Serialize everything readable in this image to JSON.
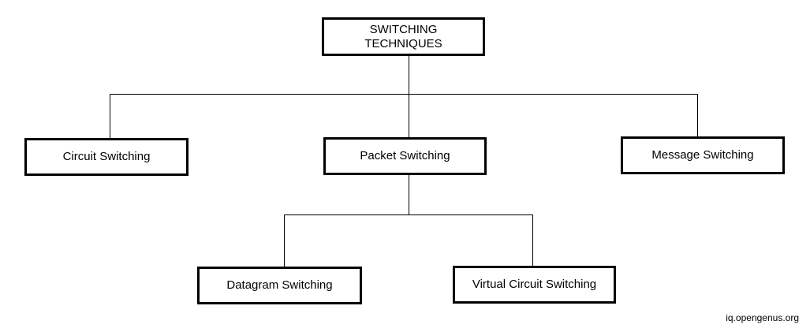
{
  "diagram": {
    "root": {
      "line1": "SWITCHING",
      "line2": "TECHNIQUES"
    },
    "children": [
      {
        "label": "Circuit Switching"
      },
      {
        "label": "Packet Switching"
      },
      {
        "label": "Message Switching"
      }
    ],
    "packet_children": [
      {
        "label": "Datagram Switching"
      },
      {
        "label": "Virtual Circuit Switching"
      }
    ]
  },
  "credit": "iq.opengenus.org"
}
